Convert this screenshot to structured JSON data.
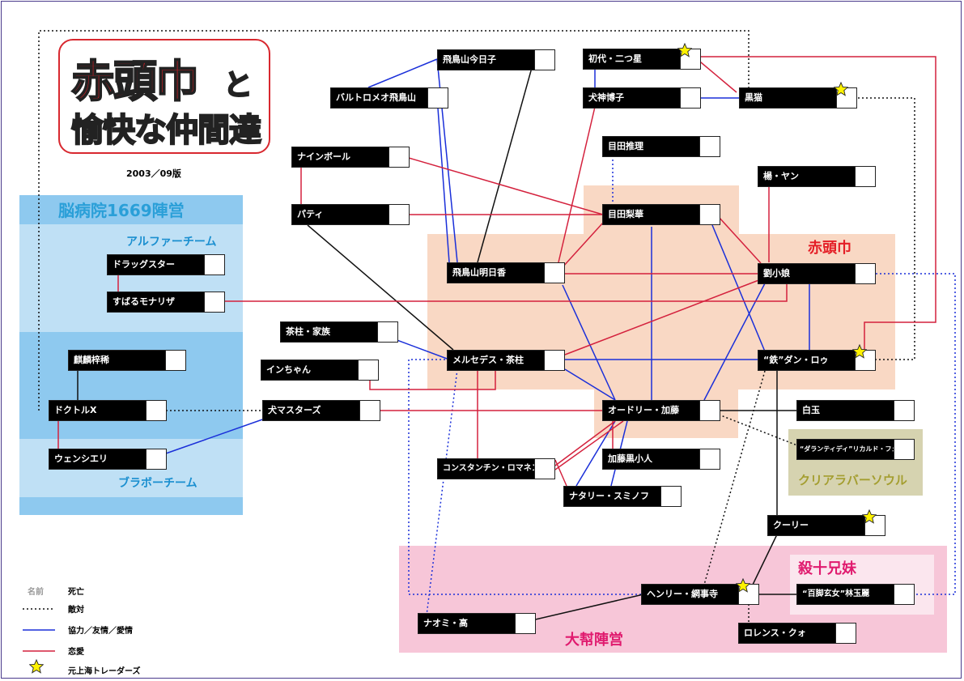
{
  "title": {
    "main": "赤頭巾",
    "to": "と",
    "sub": "愉快な仲間達"
  },
  "version": "2003／09版",
  "colors": {
    "love": "#d4213d",
    "cooperation": "#1a2fd9",
    "hostile": "#111111",
    "akazukin_bg": "#f9d8c4",
    "daibang_bg": "#f7c6d8",
    "nobyoin_bg": "#bfe0f5",
    "clear_bg": "#d6d3b0"
  },
  "regions": {
    "nobyoin": "脳病院1669陣営",
    "alpha": "アルファーチーム",
    "bravo": "ブラボーチーム",
    "akazukin": "赤頭巾",
    "clear": "クリアラバーソウル",
    "daibang": "大幇陣営",
    "sachu": "殺十兄妹"
  },
  "nodes": [
    {
      "id": "asuka_kyo",
      "label": "飛鳥山今日子"
    },
    {
      "id": "bartolomeo",
      "label": "バルトロメオ飛鳥山"
    },
    {
      "id": "shodai",
      "label": "初代・二つ星",
      "star": true
    },
    {
      "id": "inugami",
      "label": "犬神博子"
    },
    {
      "id": "kitaku",
      "label": "黒猫",
      "star": true
    },
    {
      "id": "meda_suiri",
      "label": "目田推理"
    },
    {
      "id": "ninepoll",
      "label": "ナインボール"
    },
    {
      "id": "patty",
      "label": "パティ"
    },
    {
      "id": "meda_rika",
      "label": "目田梨華"
    },
    {
      "id": "yan",
      "label": "楊・ヤン"
    },
    {
      "id": "asuka_asuka",
      "label": "飛鳥山明日香"
    },
    {
      "id": "ryu",
      "label": "劉小娘"
    },
    {
      "id": "drugstar",
      "label": "ドラッグスター"
    },
    {
      "id": "subaru",
      "label": "すばるモナリザ"
    },
    {
      "id": "chahashira_fam",
      "label": "茶柱・家族"
    },
    {
      "id": "mercedes",
      "label": "メルセデス・茶柱"
    },
    {
      "id": "inchan",
      "label": "インちゃん"
    },
    {
      "id": "dan",
      "label": "“鉄”ダン・ロゥ",
      "star": true
    },
    {
      "id": "kirin",
      "label": "麒麟梓稀"
    },
    {
      "id": "doctorx",
      "label": "ドクトルX"
    },
    {
      "id": "inumasters",
      "label": "犬マスターズ"
    },
    {
      "id": "audrey",
      "label": "オードリー・加藤"
    },
    {
      "id": "hakugyoku",
      "label": "白玉"
    },
    {
      "id": "wensieri",
      "label": "ウェンシエリ"
    },
    {
      "id": "gatlin",
      "label": "“ダランティディ”リカルド・フェルナンデス"
    },
    {
      "id": "constantin",
      "label": "コンスタンチン・ロマネンコ"
    },
    {
      "id": "kato_sho",
      "label": "加藤黒小人"
    },
    {
      "id": "natalie",
      "label": "ナタリー・スミノフ"
    },
    {
      "id": "cooley",
      "label": "クーリー",
      "star": true
    },
    {
      "id": "henry",
      "label": "ヘンリー・網事寺",
      "star": true
    },
    {
      "id": "hyakushu",
      "label": "“百脚玄女”林玉麗"
    },
    {
      "id": "naomi",
      "label": "ナオミ・高"
    },
    {
      "id": "lawrence",
      "label": "ロレンス・クォ"
    }
  ],
  "legend": [
    {
      "key": "dead",
      "sample": "名前",
      "label": "死亡"
    },
    {
      "key": "hostile",
      "label": "敵対"
    },
    {
      "key": "coop",
      "label": "協力／友情／愛情"
    },
    {
      "key": "love",
      "label": "恋愛"
    },
    {
      "key": "star",
      "label": "元上海トレーダーズ"
    }
  ]
}
